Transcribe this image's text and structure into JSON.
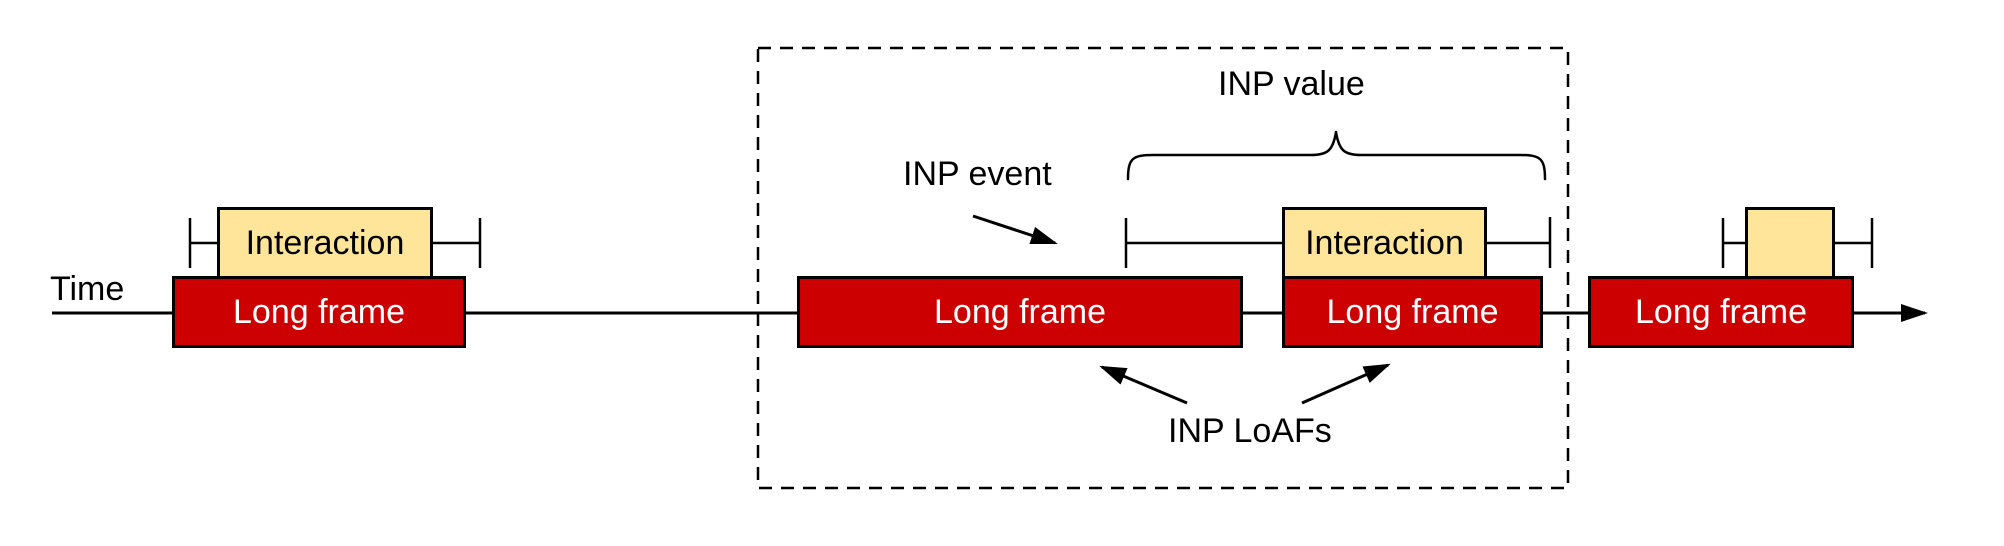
{
  "title": "INP and Long Animation Frames (LoAFs) timeline diagram",
  "colors": {
    "frame_fill": "#cc0000",
    "interaction_fill": "#ffe599",
    "stroke": "#000000",
    "frame_text": "#ffffff",
    "label_text": "#000000"
  },
  "timeline": {
    "axis_label": "Time"
  },
  "frames": [
    {
      "label": "Long frame"
    },
    {
      "label": "Long frame"
    },
    {
      "label": "Long frame"
    },
    {
      "label": "Long frame"
    }
  ],
  "interactions": [
    {
      "label": "Interaction"
    },
    {
      "label": "Interaction"
    },
    {
      "label": ""
    }
  ],
  "annotations": {
    "inp_value": "INP value",
    "inp_event": "INP event",
    "inp_loafs": "INP LoAFs"
  }
}
